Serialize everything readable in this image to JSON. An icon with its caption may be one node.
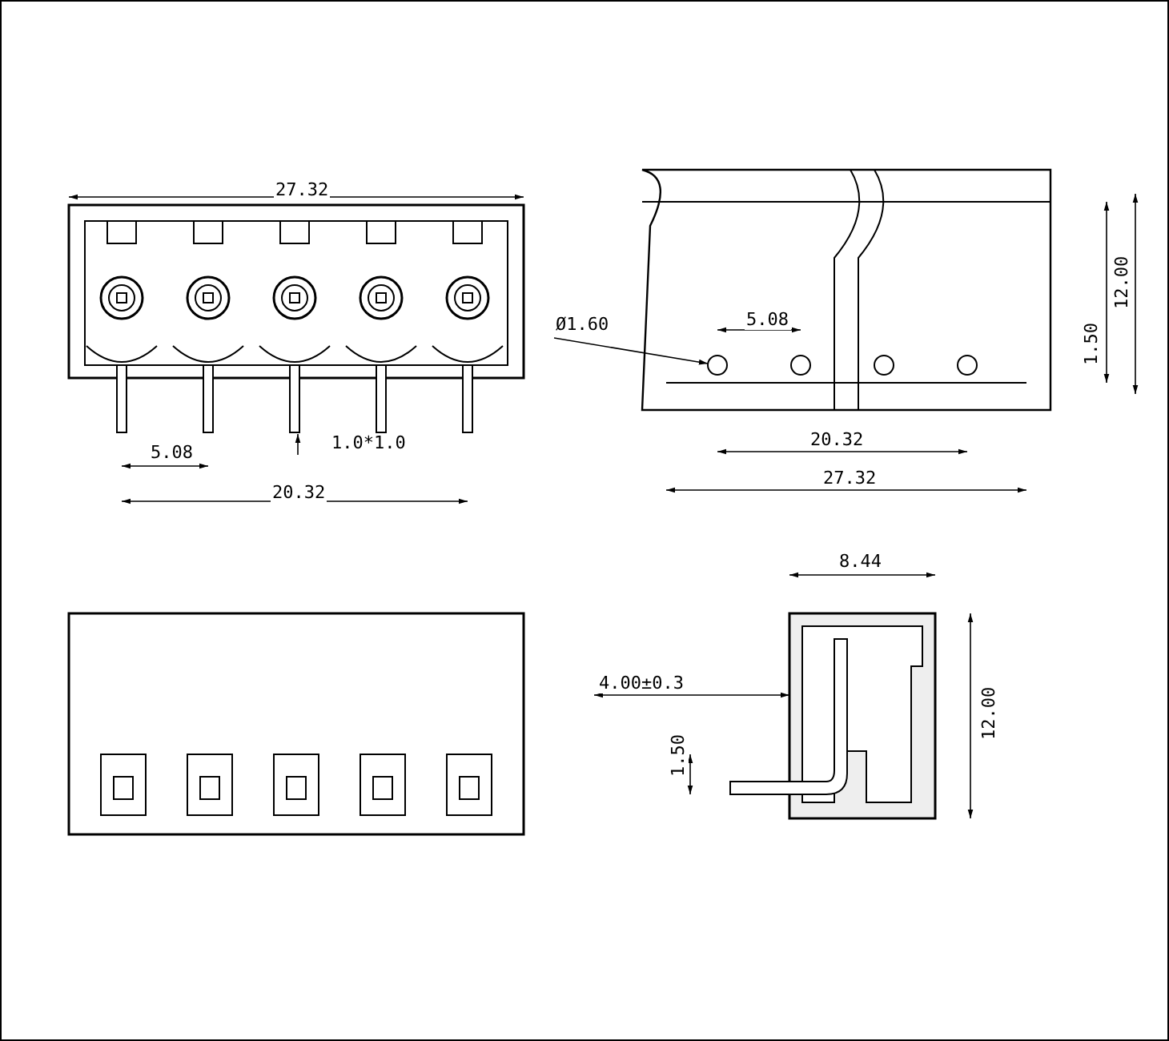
{
  "diagram": {
    "labels": [
      "27.32",
      "Ø1.60",
      "5.08",
      "1.50",
      "12.00",
      "5.08",
      "1.0*1.0",
      "20.32",
      "20.32",
      "27.32",
      "8.44",
      "4.00±0.3",
      "1.50",
      "12.00"
    ]
  }
}
